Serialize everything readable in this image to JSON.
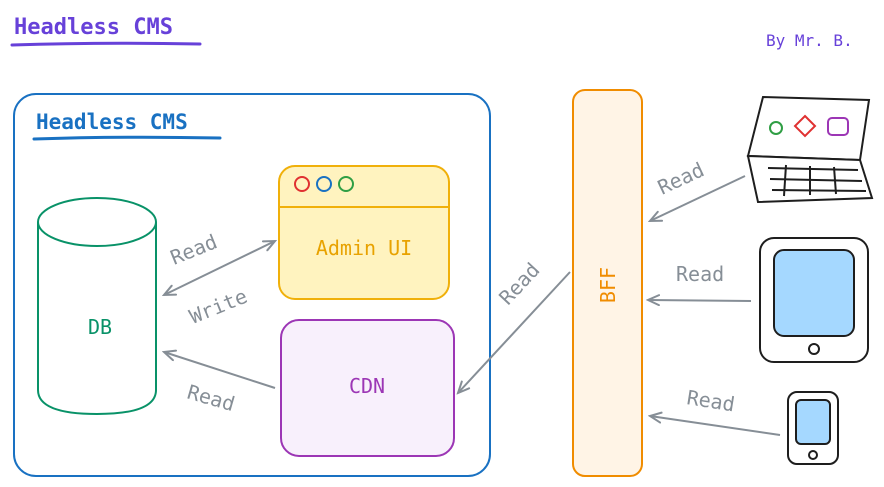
{
  "header": {
    "title": "Headless CMS",
    "author": "By Mr. B."
  },
  "cms_box": {
    "label": "Headless CMS",
    "db_label": "DB",
    "admin_label": "Admin UI",
    "cdn_label": "CDN"
  },
  "bff": {
    "label": "BFF"
  },
  "edges": {
    "db_admin_read": "Read",
    "db_admin_write": "Write",
    "cdn_db_read": "Read",
    "bff_cdn_read": "Read",
    "laptop_read": "Read",
    "tablet_read": "Read",
    "phone_read": "Read"
  },
  "colors": {
    "title": "#6741d9",
    "cms": "#1971c2",
    "db": "#099268",
    "admin": "#f0b00a",
    "cdn": "#9c36b5",
    "bff": "#f08c00",
    "arrow": "#868e96",
    "device": "#1e1e1e"
  },
  "icons": [
    "laptop-icon",
    "tablet-icon",
    "phone-icon",
    "browser-dots-icon"
  ]
}
